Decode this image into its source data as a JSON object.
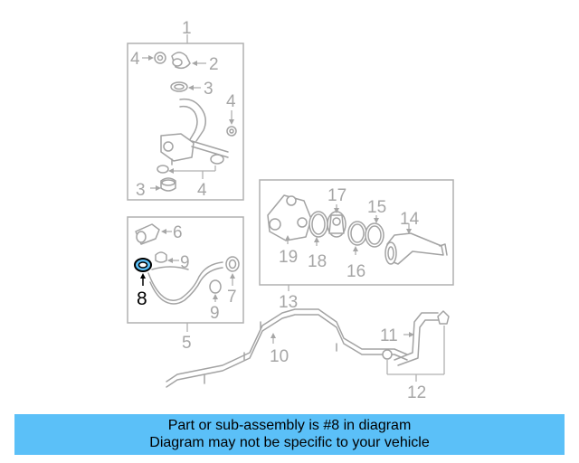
{
  "diagram": {
    "callouts": {
      "c1": "1",
      "c2": "2",
      "c3a": "3",
      "c3b": "3",
      "c4a": "4",
      "c4b": "4",
      "c4c": "4",
      "c5": "5",
      "c6": "6",
      "c7": "7",
      "c8": "8",
      "c9a": "9",
      "c9b": "9",
      "c10": "10",
      "c11": "11",
      "c12": "12",
      "c13": "13",
      "c14": "14",
      "c15": "15",
      "c16": "16",
      "c17": "17",
      "c18": "18",
      "c19": "19"
    },
    "highlighted_part": "8",
    "highlight_color": "#5bc0f8"
  },
  "banner": {
    "line1": "Part or sub-assembly is #8 in diagram",
    "line2": "Diagram may not be specific to your vehicle",
    "background": "#5bc0f8"
  }
}
